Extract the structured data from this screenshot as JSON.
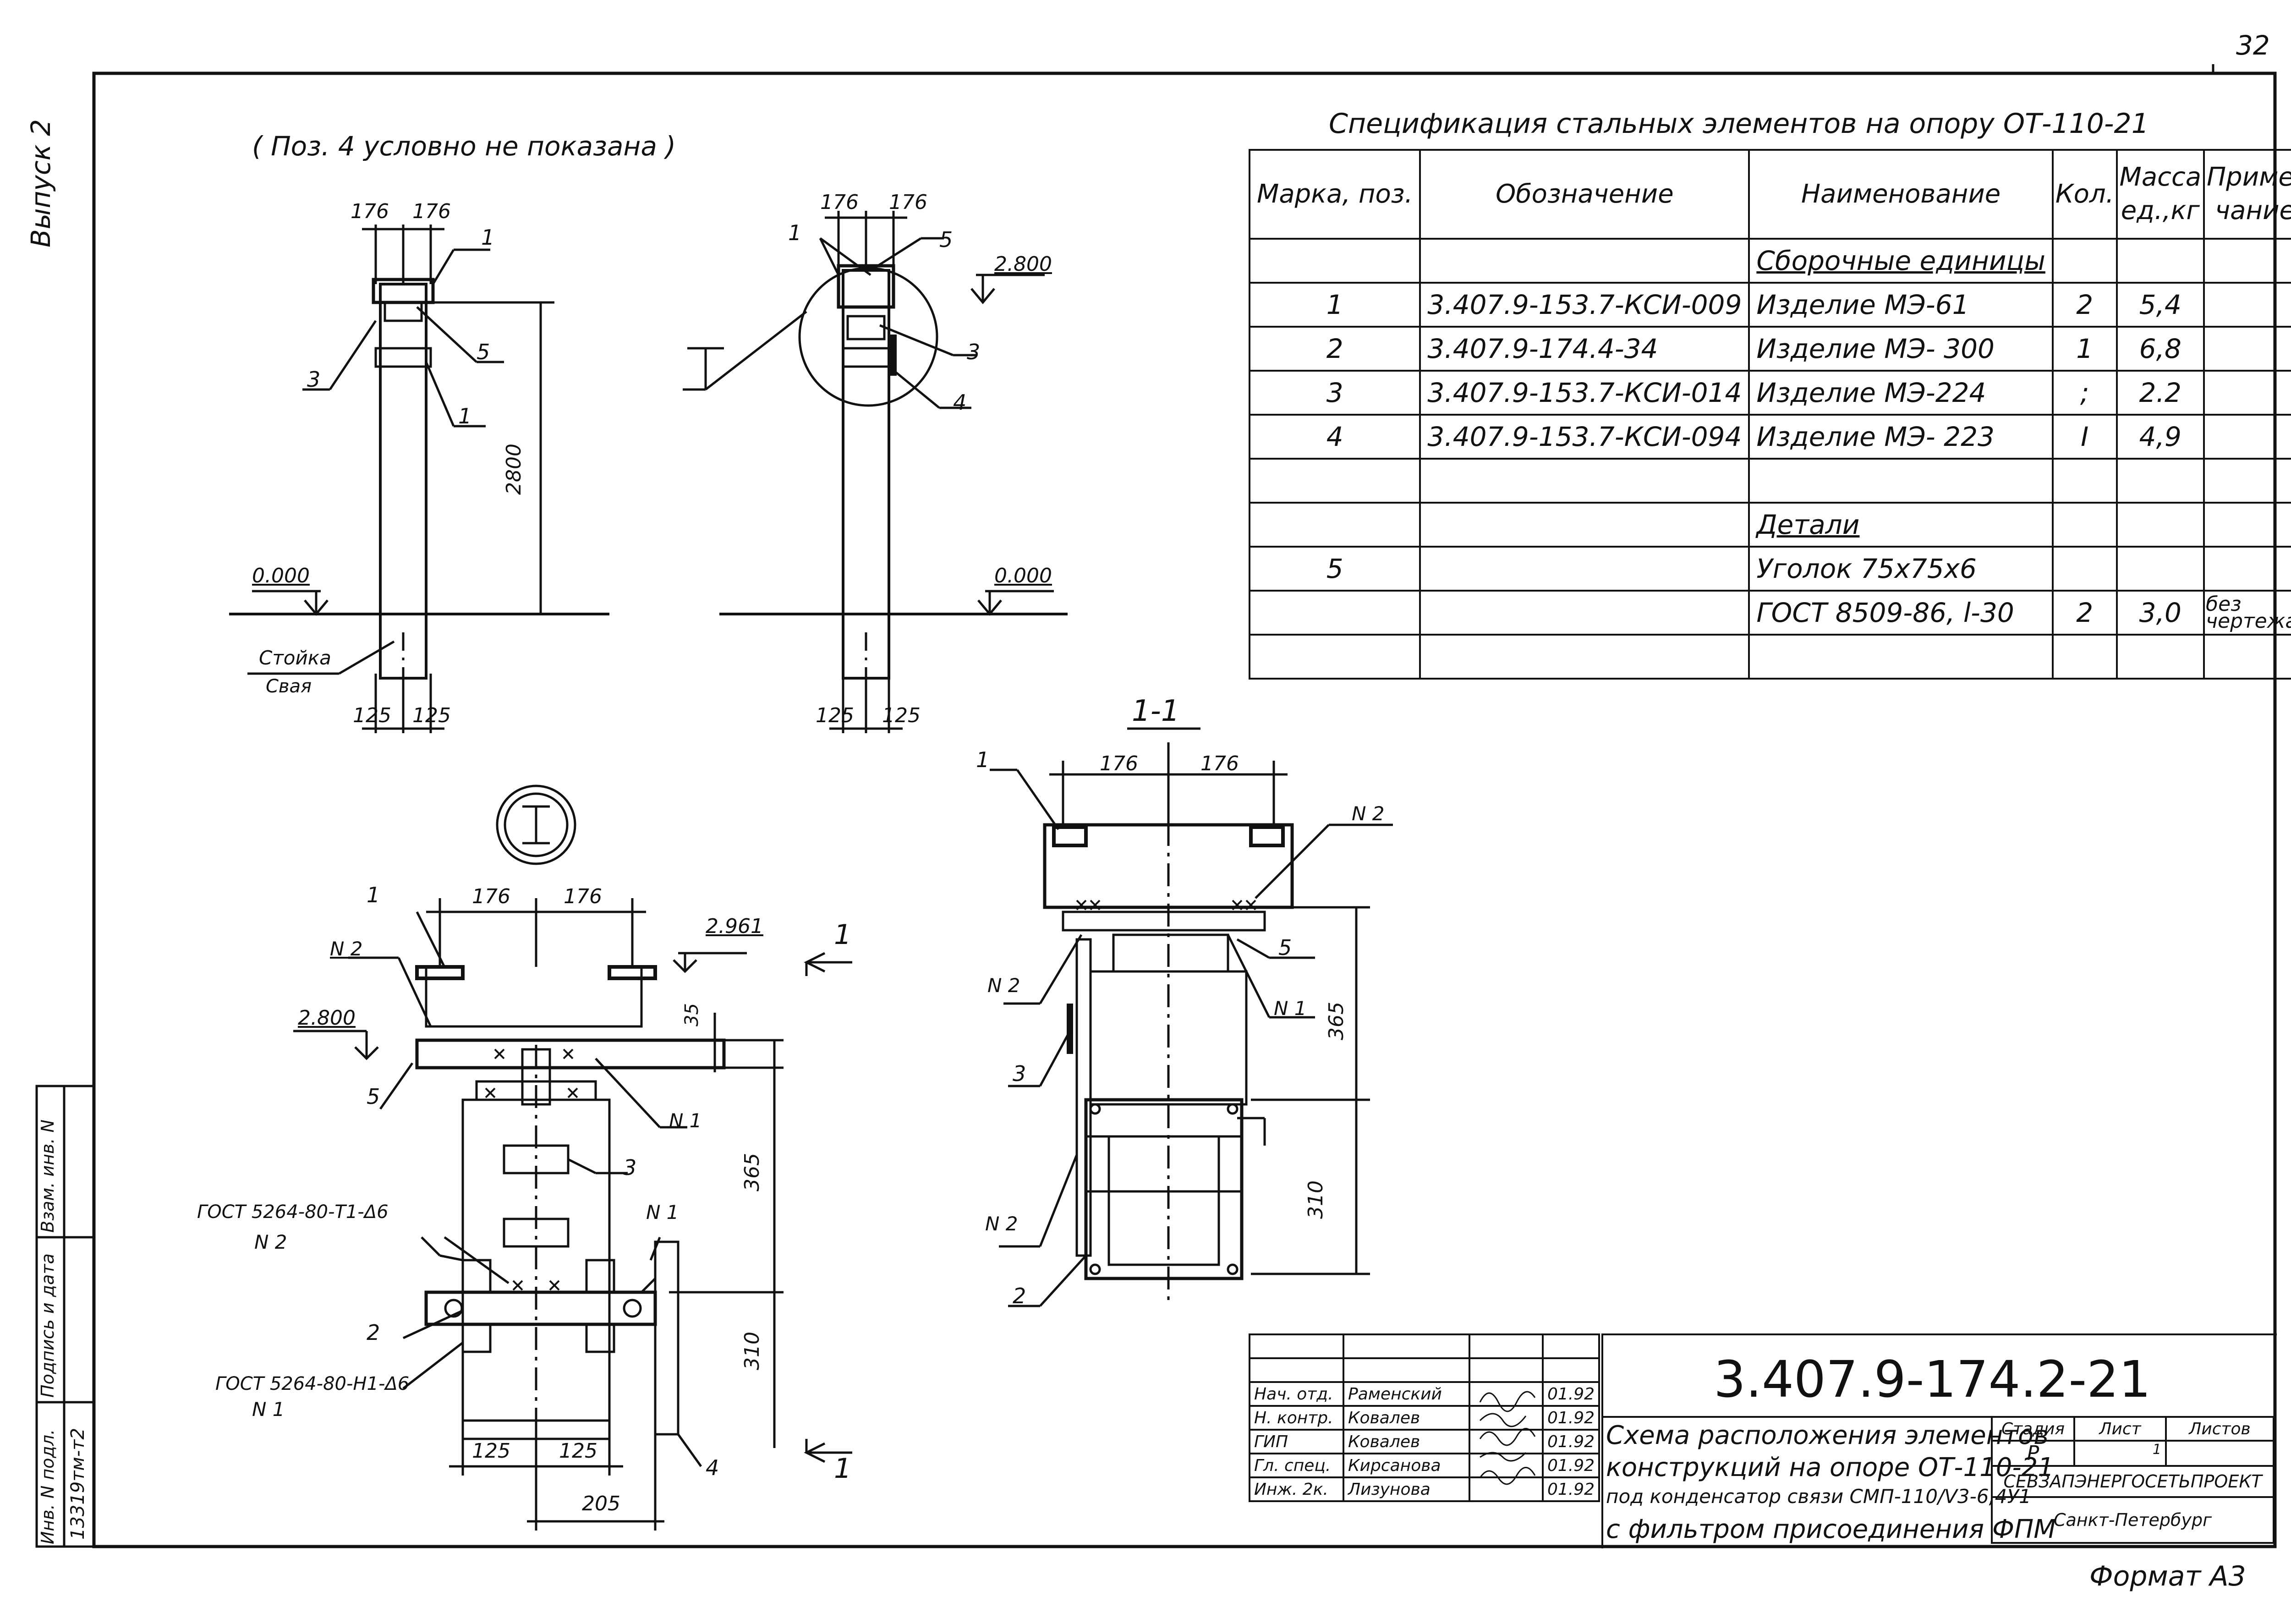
{
  "sheet": {
    "side_label": "Выпуск 2",
    "corner_page_mark": "32",
    "note": "( Поз. 4 условно не показана )",
    "format": "Формат А3",
    "margin_box": {
      "row1": "Взам. инв. N",
      "row2": "Подпись и дата",
      "row3": "Инв. N подл.",
      "row3_value": "13319тм-т2"
    }
  },
  "spec": {
    "title": "Спецификация стальных элементов на опору  ОТ-110-21",
    "headers": [
      "Марка, поз.",
      "Обозначение",
      "Наименование",
      "Кол.",
      "Масса ед.,кг",
      "Приме-чание"
    ],
    "rows": [
      {
        "pos": "",
        "code": "",
        "name": "Сборочные единицы",
        "qty": "",
        "mass": "",
        "note": ""
      },
      {
        "pos": "1",
        "code": "3.407.9-153.7-КСИ-009",
        "name": "Изделие МЭ-61",
        "qty": "2",
        "mass": "5,4",
        "note": ""
      },
      {
        "pos": "2",
        "code": "3.407.9-174.4-34",
        "name": "Изделие МЭ- 300",
        "qty": "1",
        "mass": "6,8",
        "note": ""
      },
      {
        "pos": "3",
        "code": "3.407.9-153.7-КСИ-014",
        "name": "Изделие МЭ-224",
        "qty": ";",
        "mass": "2.2",
        "note": ""
      },
      {
        "pos": "4",
        "code": "3.407.9-153.7-КСИ-094",
        "name": "Изделие  МЭ- 223",
        "qty": "I",
        "mass": "4,9",
        "note": ""
      },
      {
        "pos": "",
        "code": "",
        "name": "",
        "qty": "",
        "mass": "",
        "note": ""
      },
      {
        "pos": "",
        "code": "",
        "name": "Детали",
        "qty": "",
        "mass": "",
        "note": ""
      },
      {
        "pos": "5",
        "code": "",
        "name": "Уголок 75х75х6",
        "qty": "",
        "mass": "",
        "note": ""
      },
      {
        "pos": "",
        "code": "",
        "name": "ГОСТ 8509-86, l-30",
        "qty": "2",
        "mass": "3,0",
        "note": "без чертежа"
      },
      {
        "pos": "",
        "code": "",
        "name": "",
        "qty": "",
        "mass": "",
        "note": ""
      }
    ]
  },
  "drawing_labels": {
    "dim_176": "176",
    "dim_125": "125",
    "dim_205": "205",
    "dim_2800": "2800",
    "dim_365": "365",
    "dim_310": "310",
    "dim_35": "35",
    "lvl_0": "0.000",
    "lvl_2800": "2.800",
    "lvl_2961": "2.961",
    "stoika": "Стойка",
    "svaya": "Свая",
    "node_I": "I",
    "section": "1-1",
    "section_arrow": "1",
    "n1": "N 1",
    "n2": "N 2",
    "gost_t1": "ГОСТ 5264-80-Т1-Δ6",
    "gost_n1": "ГОСТ 5264-80-Н1-Δ6",
    "pos1": "1",
    "pos2": "2",
    "pos3": "3",
    "pos4": "4",
    "pos5": "5"
  },
  "title_block": {
    "doc_number": "3.407.9-174.2-21",
    "title_lines": [
      "Схема расположения элементов",
      "конструкций на опоре ОТ-110-21",
      "под конденсатор связи СМП-110/V3-6,4У1",
      "с фильтром присоединения ФПМ"
    ],
    "stage_label": "Стадия",
    "sheet_label": "Лист",
    "sheets_label": "Листов",
    "stage_value": "Р",
    "sheet_value": "1",
    "org": "СЕВЗАПЭНЕРГОСЕТЬПРОЕКТ",
    "city": "Санкт-Петербург",
    "people": [
      {
        "role": "Нач. отд.",
        "name": "Раменский",
        "date": "01.92"
      },
      {
        "role": "Н. контр.",
        "name": "Ковалев",
        "date": "01.92"
      },
      {
        "role": "ГИП",
        "name": "Ковалев",
        "date": "01.92"
      },
      {
        "role": "Гл. спец.",
        "name": "Кирсанова",
        "date": "01.92"
      },
      {
        "role": "Инж. 2к.",
        "name": "Лизунова",
        "date": "01.92"
      }
    ]
  }
}
